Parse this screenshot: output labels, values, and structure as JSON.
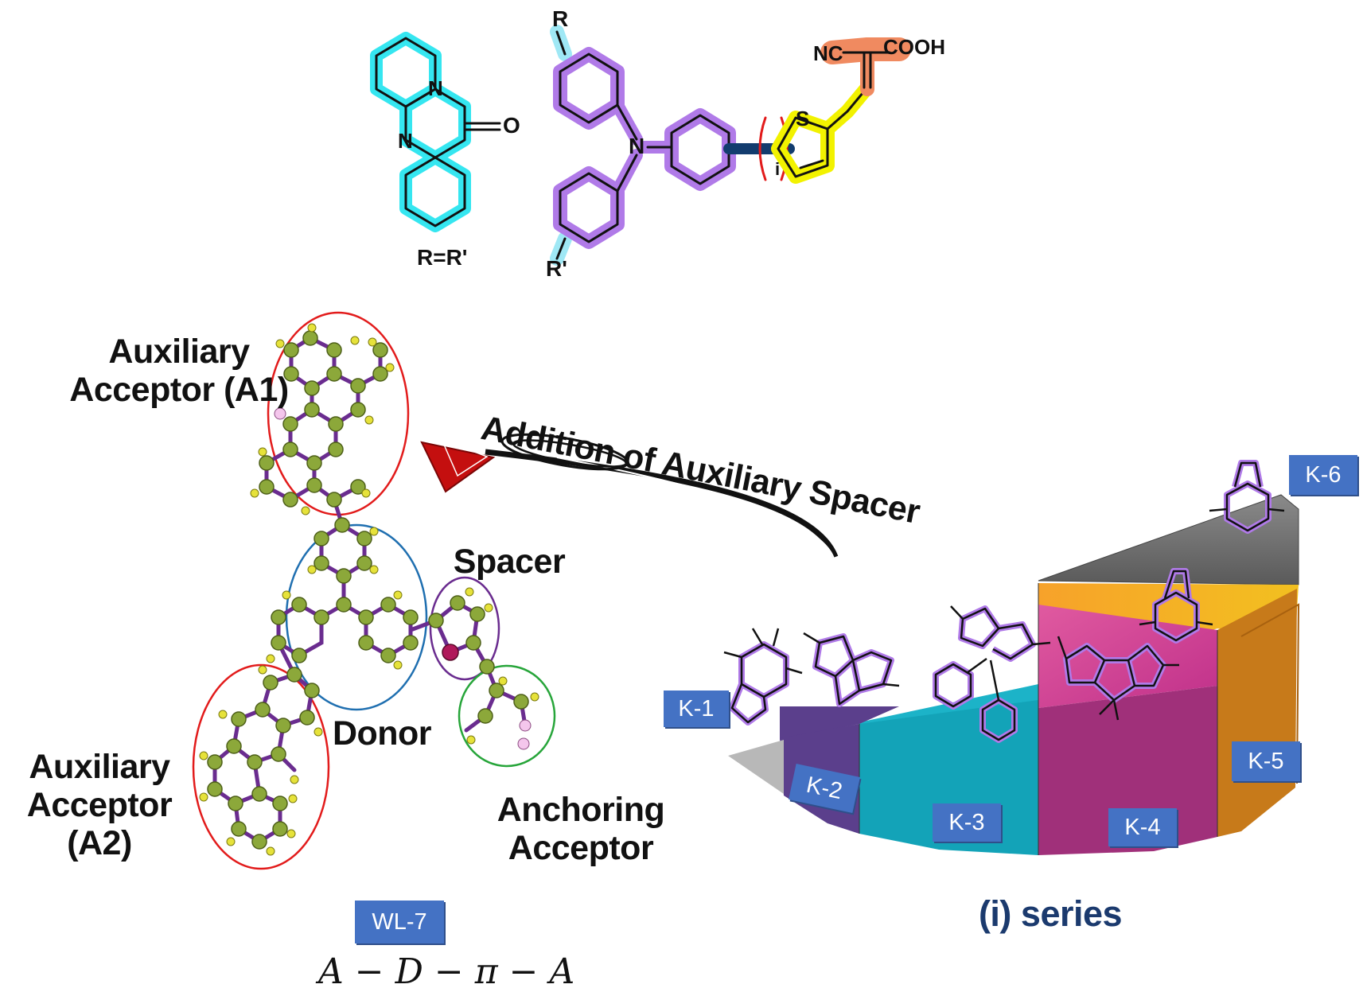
{
  "structure": {
    "r_label": "R",
    "r_prime_label": "R'",
    "r_eq_label": "R=R'",
    "n_label": "N",
    "o_label": "O",
    "s_label": "S",
    "nc_label": "NC",
    "cooh_label": "COOH",
    "i_label": "i"
  },
  "molecule": {
    "auxiliary_acceptor_a1": "Auxiliary\nAcceptor (A1)",
    "auxiliary_acceptor_a2": "Auxiliary\nAcceptor (A2)",
    "donor": "Donor",
    "spacer": "Spacer",
    "anchoring_acceptor": "Anchoring\nAcceptor",
    "badge": "WL-7",
    "formula": "A − D − π − A"
  },
  "arrow_label": "Addition of Auxiliary Spacer",
  "series": {
    "title": "(i) series",
    "badges": [
      "K-1",
      "K-2",
      "K-3",
      "K-4",
      "K-5",
      "K-6"
    ]
  },
  "colors": {
    "cyan_highlight": "#35e6f0",
    "purple_highlight": "#b07ae8",
    "yellow_highlight": "#f2f200",
    "orange_highlight": "#f08a60",
    "bond_blue": "#123c6e",
    "ring_red": "#e21b1b",
    "ring_blue": "#1f6fb0",
    "ring_purple": "#6a2c8f",
    "ring_green": "#27a53a",
    "atom_green": "#8ca83a",
    "arrow_red": "#c40f0f",
    "badge_blue": "#4472c4",
    "slice_k2": "#5b3f8c",
    "slice_k3": "#13a3b8",
    "slice_k4": "#a0307a",
    "slice_k5": "#c77a1a",
    "slice_k6": "#5f5f5f",
    "slice_k5_top": "#f59a25"
  }
}
